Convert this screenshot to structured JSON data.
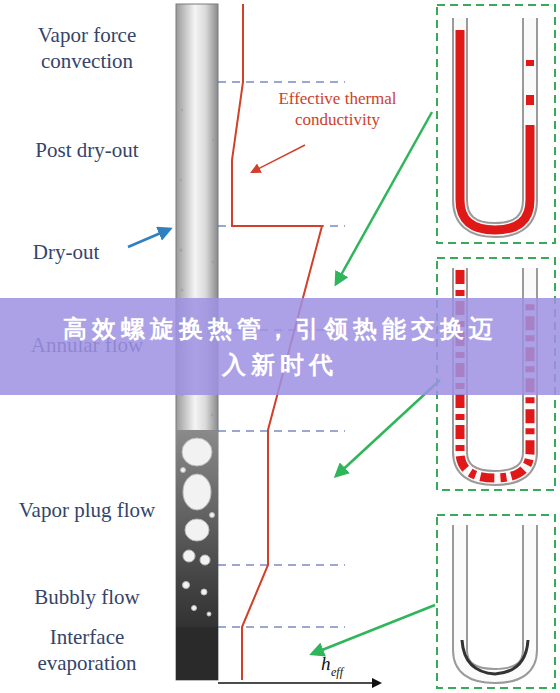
{
  "diagram": {
    "nodes": [
      {
        "text": [
          "高效螺旋换热管，引领热能交换迈入新时代"
        ]
      }
    ],
    "labels": [
      "Vapor force convection",
      "Post dry-out",
      "Dry-out",
      "Annular flow",
      "Vapor plug flow",
      "Bubbly flow",
      "Interface evaporation",
      "Effective thermal conductivity",
      "h",
      "eff"
    ]
  }
}
